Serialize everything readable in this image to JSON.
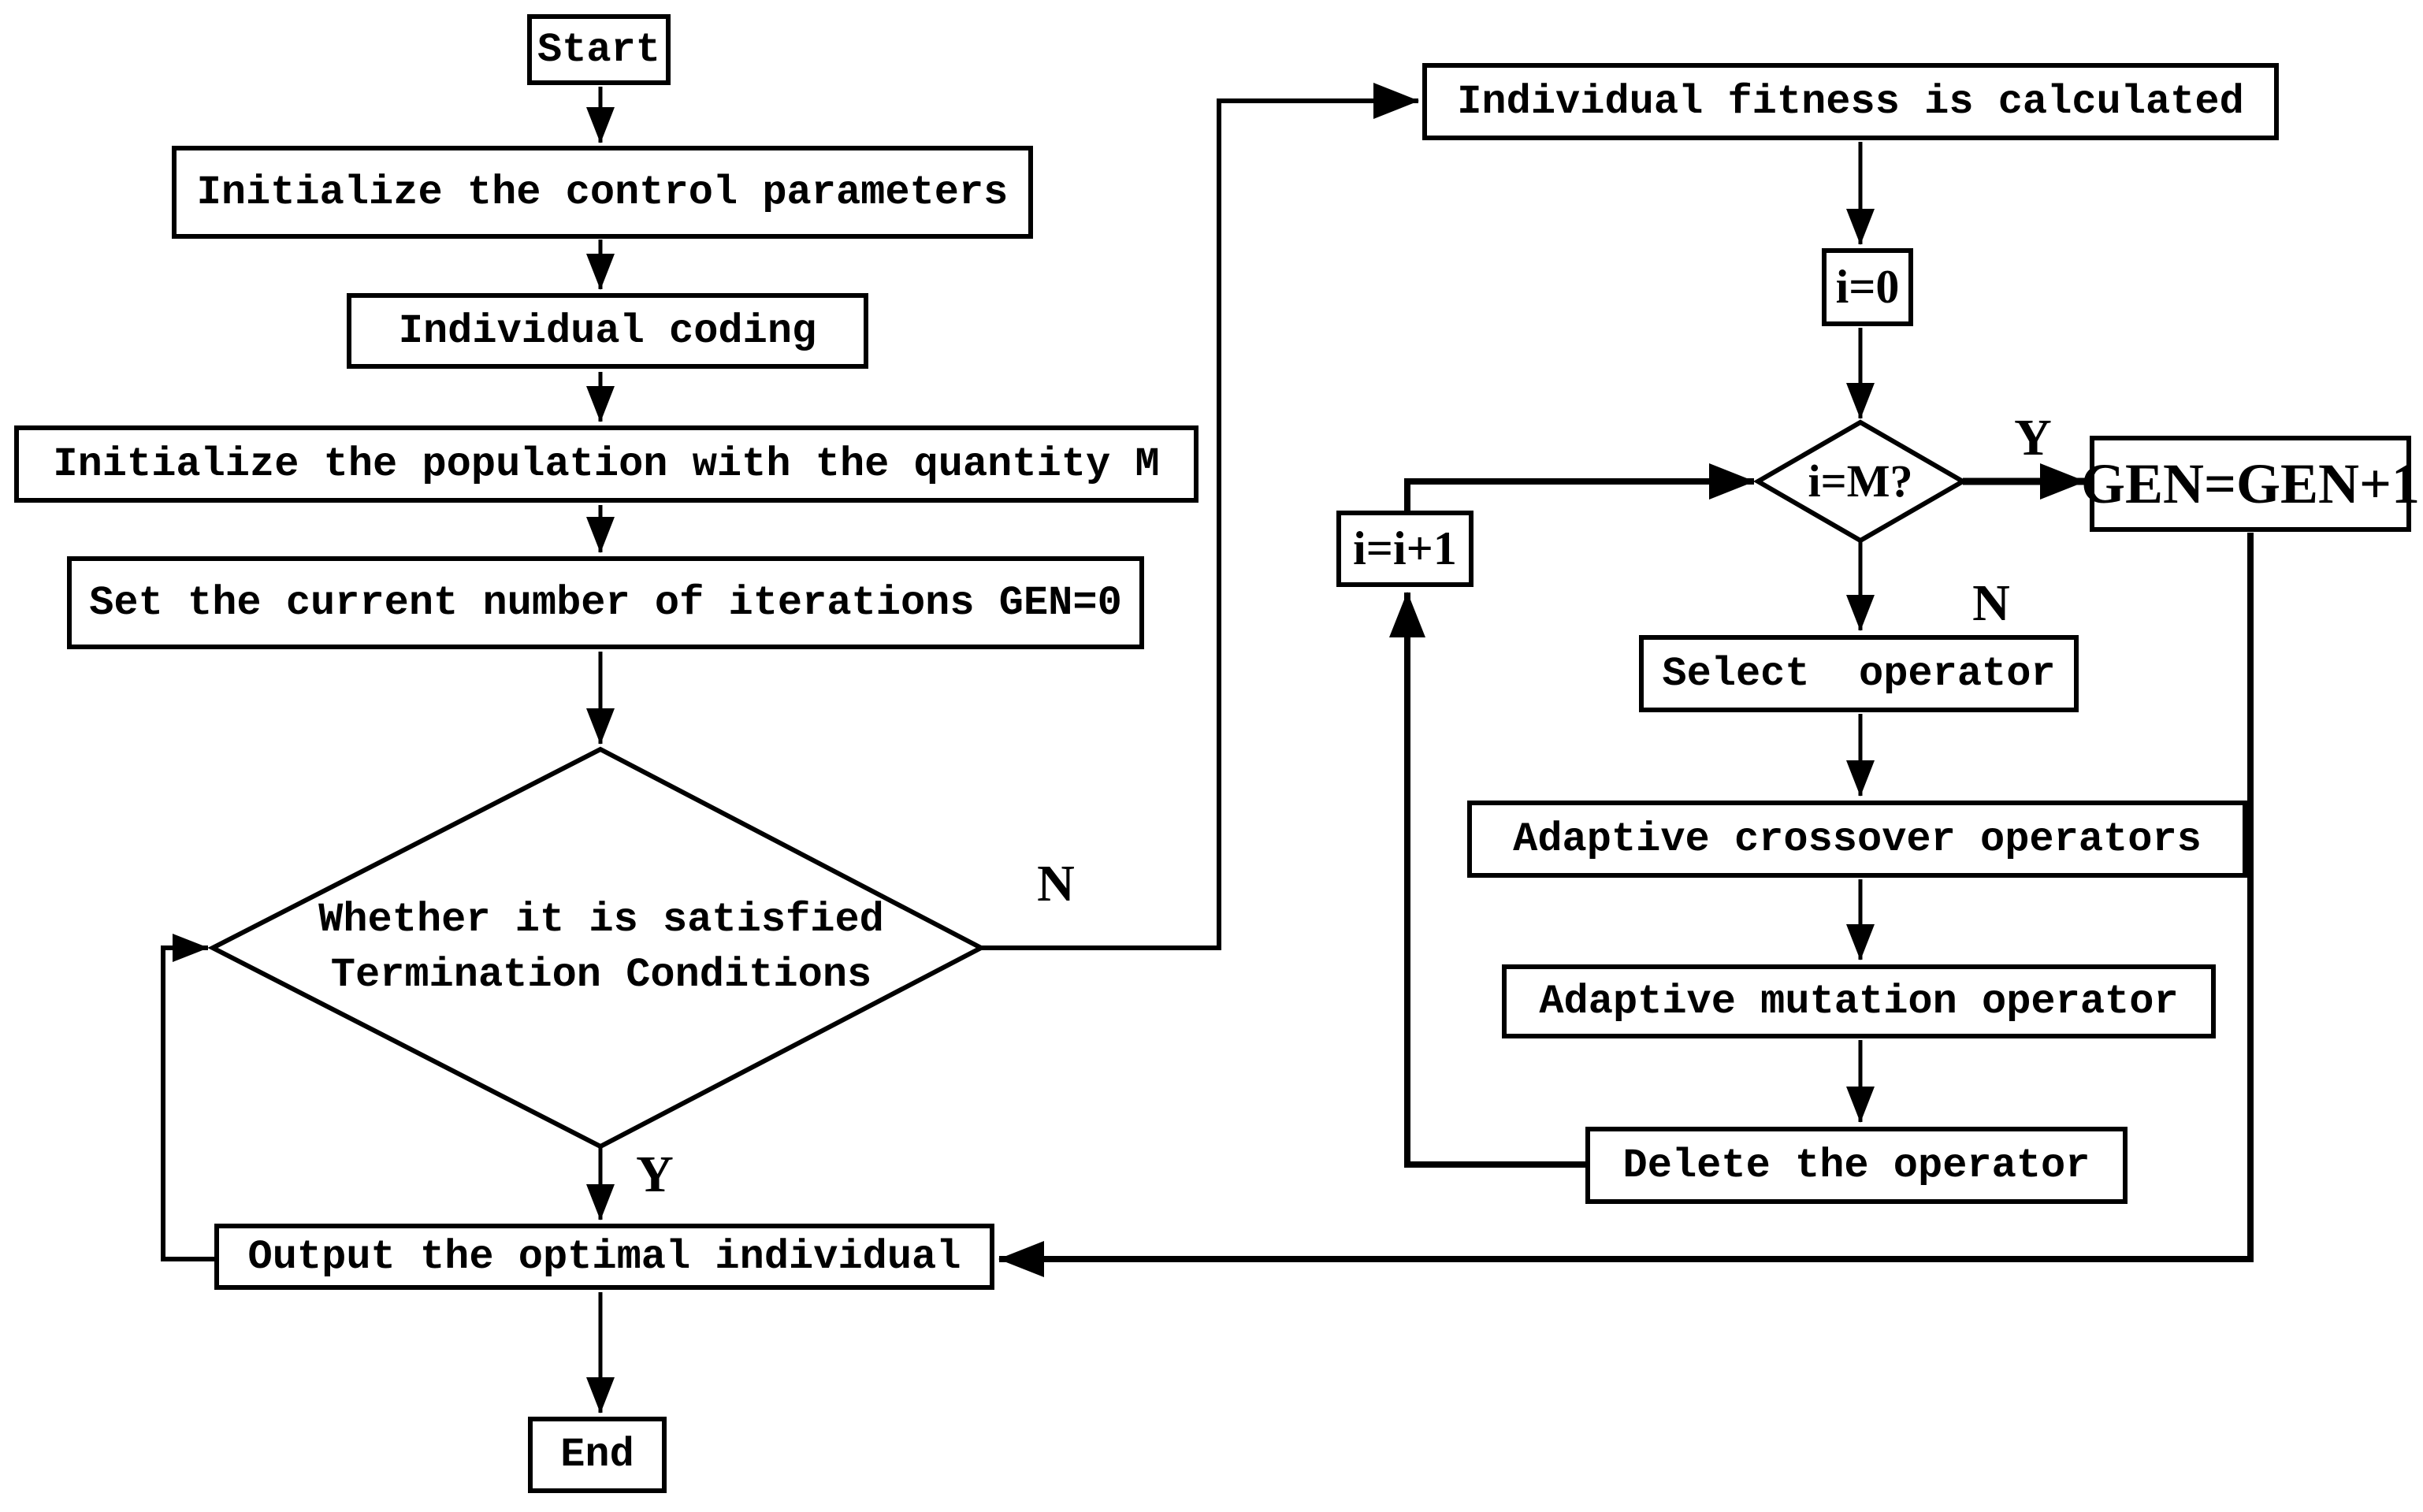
{
  "diagram": {
    "background": "#ffffff",
    "line_color": "#000000",
    "nodes": {
      "start": "Start",
      "init_params": "Initialize the control parameters",
      "individual_coding": "Individual coding",
      "init_population": "Initialize the population with the quantity M",
      "set_gen": "Set the current number of iterations GEN=0",
      "termination_line1": "Whether it is satisfied",
      "termination_line2": "Termination Conditions",
      "output_optimal": "Output the optimal individual",
      "end": "End",
      "fitness": "Individual fitness is calculated",
      "i_zero": "i=0",
      "i_eq_m": "i=M?",
      "gen_increment": "GEN=GEN+1",
      "i_increment": "i=i+1",
      "select_operator": "Select  operator",
      "adaptive_crossover": "Adaptive crossover operators",
      "adaptive_mutation": "Adaptive mutation operator",
      "delete_operator": "Delete the operator"
    },
    "edge_labels": {
      "termination_no": "N",
      "termination_yes": "Y",
      "i_eq_m_yes": "Y",
      "i_eq_m_no": "N"
    }
  }
}
